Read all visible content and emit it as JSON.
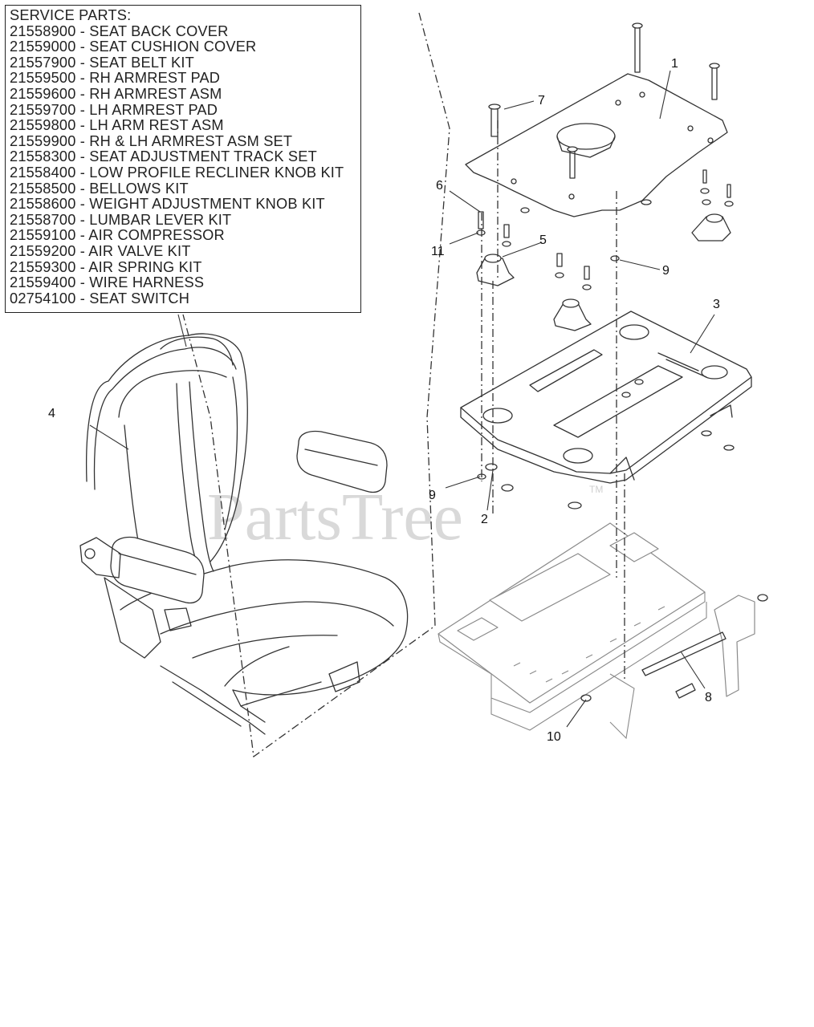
{
  "service_parts": {
    "title": "SERVICE PARTS:",
    "items": [
      {
        "part_no": "21558900",
        "desc": "SEAT BACK COVER"
      },
      {
        "part_no": "21559000",
        "desc": "SEAT CUSHION COVER"
      },
      {
        "part_no": "21557900",
        "desc": "SEAT BELT KIT"
      },
      {
        "part_no": "21559500",
        "desc": "RH ARMREST PAD"
      },
      {
        "part_no": "21559600",
        "desc": "RH ARMREST ASM"
      },
      {
        "part_no": "21559700",
        "desc": "LH ARMREST PAD"
      },
      {
        "part_no": "21559800",
        "desc": "LH ARM REST ASM"
      },
      {
        "part_no": "21559900",
        "desc": "RH & LH ARMREST ASM SET"
      },
      {
        "part_no": "21558300",
        "desc": "SEAT ADJUSTMENT TRACK SET"
      },
      {
        "part_no": "21558400",
        "desc": "LOW PROFILE RECLINER KNOB KIT"
      },
      {
        "part_no": "21558500",
        "desc": "BELLOWS KIT"
      },
      {
        "part_no": "21558600",
        "desc": "WEIGHT ADJUSTMENT KNOB KIT"
      },
      {
        "part_no": "21558700",
        "desc": "LUMBAR LEVER KIT"
      },
      {
        "part_no": "21559100",
        "desc": "AIR COMPRESSOR"
      },
      {
        "part_no": "21559200",
        "desc": "AIR VALVE KIT"
      },
      {
        "part_no": "21559300",
        "desc": "AIR SPRING KIT"
      },
      {
        "part_no": "21559400",
        "desc": "WIRE HARNESS"
      },
      {
        "part_no": "02754100",
        "desc": "SEAT SWITCH"
      }
    ]
  },
  "callouts": {
    "c1": "1",
    "c2": "2",
    "c3": "3",
    "c4": "4",
    "c5": "5",
    "c6": "6",
    "c7": "7",
    "c8": "8",
    "c9a": "9",
    "c9b": "9",
    "c10": "10",
    "c11": "11"
  },
  "watermark": {
    "text": "PartsTree",
    "tm": "TM"
  },
  "colors": {
    "line": "#333333",
    "frame": "#8a8a8a",
    "watermark": "#d9d9d9"
  }
}
